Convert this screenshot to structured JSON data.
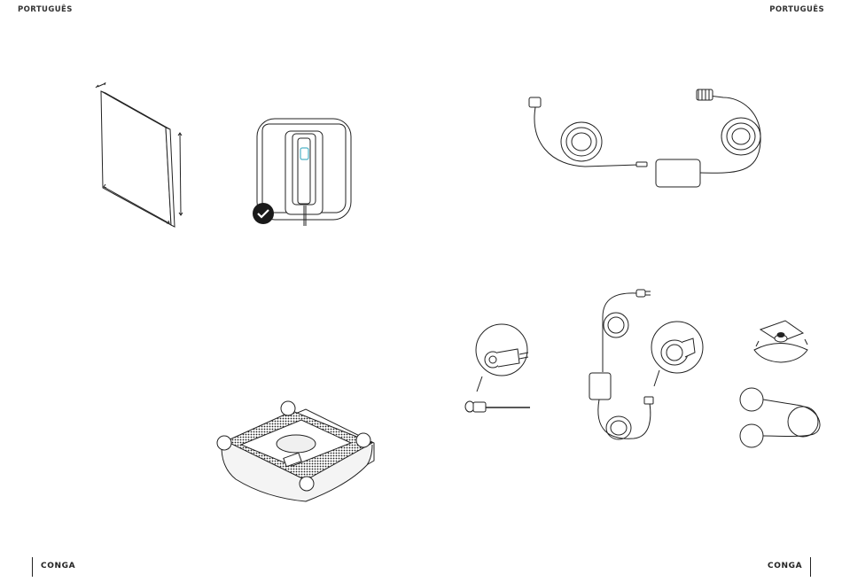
{
  "header": {
    "left_language": "PORTUGUÊS",
    "right_language": "PORTUGUÊS"
  },
  "footer": {
    "left_logo": "CONGA",
    "left_logo_tagline": "",
    "right_logo": "CONGA",
    "right_logo_tagline": ""
  },
  "colors": {
    "line": "#222222",
    "fill": "#ffffff",
    "accent": "#4fb3c8"
  },
  "illustrations": [
    "window-pane-dimensions",
    "robot-top-view-check",
    "power-cable-and-adapter",
    "robot-underside-perspective",
    "cable-connector-detail",
    "adapter-with-cables-detail",
    "suction-base-accessory",
    "safety-rope-accessory"
  ]
}
